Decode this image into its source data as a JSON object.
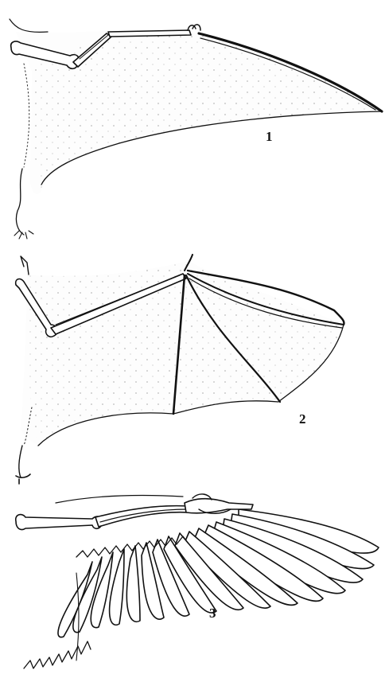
{
  "panels": [
    {
      "id": "pterosaur",
      "label": "1"
    },
    {
      "id": "bat",
      "label": "2"
    },
    {
      "id": "bird",
      "label": "3"
    }
  ]
}
